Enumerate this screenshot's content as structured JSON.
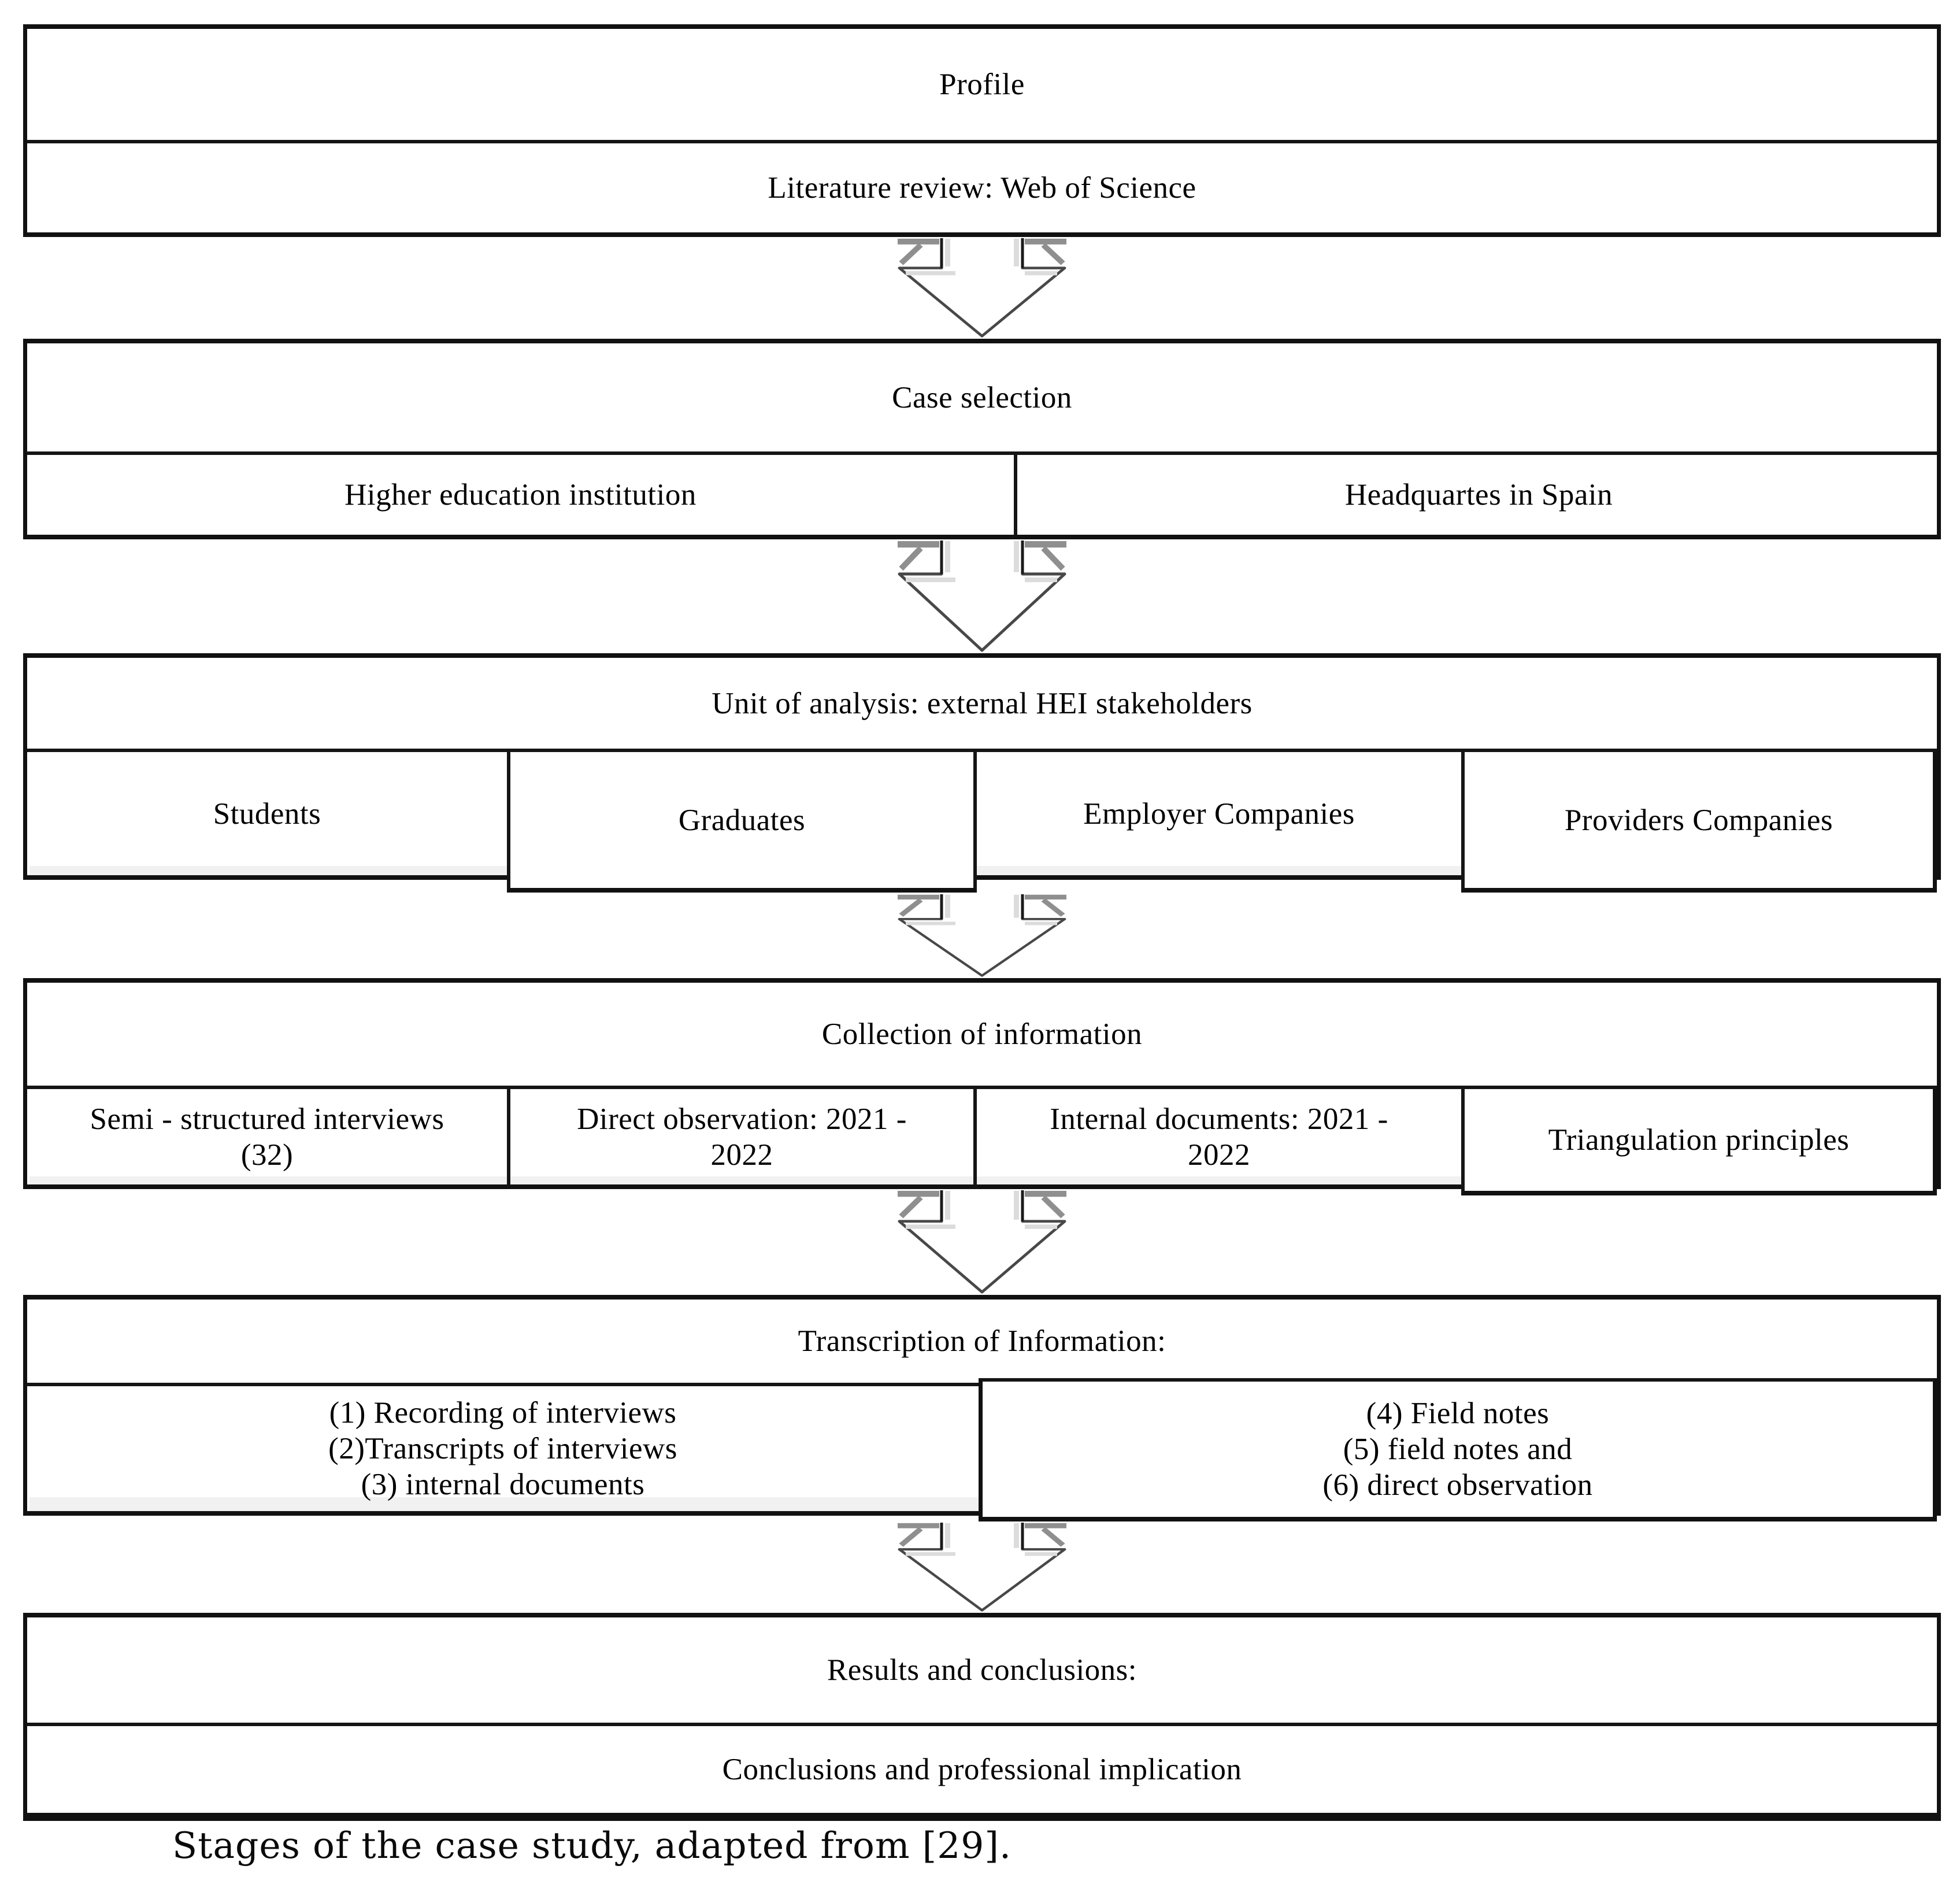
{
  "diagram": {
    "boxes": [
      {
        "id": "profile",
        "header": "Profile",
        "rows": [
          "Literature review: Web of Science"
        ]
      },
      {
        "id": "case-selection",
        "header": "Case selection",
        "cells": [
          "Higher education institution",
          "Headquartes in Spain"
        ]
      },
      {
        "id": "unit-of-analysis",
        "header": "Unit of analysis: external  HEI stakeholders",
        "cells": [
          "Students",
          "Graduates",
          "Employer Companies",
          "Providers Companies"
        ]
      },
      {
        "id": "collection-of-information",
        "header": "Collection of information",
        "cells": [
          [
            "Semi - structured interviews",
            "(32)"
          ],
          [
            "Direct observation: 2021 -",
            "2022"
          ],
          [
            "Internal documents: 2021 -",
            "2022"
          ],
          [
            "Triangulation principles"
          ]
        ]
      },
      {
        "id": "transcription-of-information",
        "header": "Transcription of Information:",
        "cells": [
          [
            "(1) Recording of interviews",
            "(2)Transcripts of interviews",
            "(3) internal documents"
          ],
          [
            "(4) Field notes",
            "(5) field notes and",
            "(6) direct observation"
          ]
        ]
      },
      {
        "id": "results-and-conclusions",
        "header": "Results and conclusions:",
        "rows": [
          "Conclusions and professional implication"
        ]
      }
    ],
    "caption": "Stages of the case study, adapted from [29].",
    "icons": {
      "flow_arrow": "down-block-arrow"
    },
    "colors": {
      "border": "#111111",
      "text": "#000000",
      "arrow_outline": "#484848",
      "arrow_fill": "#ffffff",
      "arrow_shadow": "#8f8f8f",
      "arrow_highlight": "#dcdcdc",
      "shading_band": "#f1f1f1",
      "background": "#ffffff"
    }
  }
}
